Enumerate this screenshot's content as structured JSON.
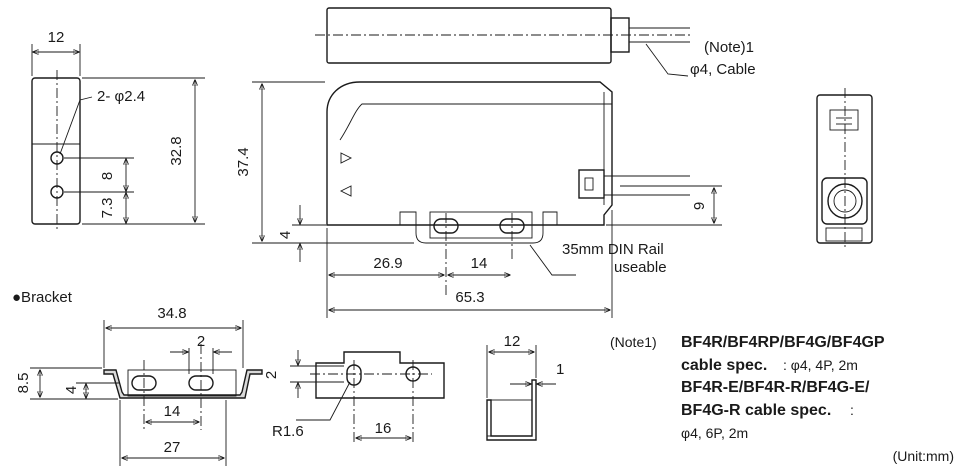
{
  "front_view": {
    "width_dim": "12",
    "hole_label": "2- φ2.4",
    "height_dim": "32.8",
    "hole_gap_dim": "8",
    "hole_bottom_dim": "7.3"
  },
  "main_view": {
    "height_dim": "37.4",
    "base_dim": "4",
    "cable_height_dim": "9",
    "offset_dim": "26.9",
    "hole_pitch_dim": "14",
    "length_dim": "65.3",
    "cable_note_ref": "(Note)1",
    "cable_note_text": "φ4, Cable",
    "din_rail_line1": "35mm DIN Rail",
    "din_rail_line2": "useable"
  },
  "bracket": {
    "label": "●Bracket",
    "width_dim": "34.8",
    "slot_dim": "2",
    "height_dim": "8.5",
    "inner_height_dim": "4",
    "hole_pitch_dim": "14",
    "base_dim": "27",
    "top_slot_dim": "2",
    "radius_label": "R1.6",
    "top_pitch_dim": "16",
    "side_width_dim": "12",
    "thickness_dim": "1"
  },
  "notes": {
    "prefix": "(Note1)",
    "line1": "BF4R/BF4RP/BF4G/BF4GP",
    "line2_bold": "cable spec.",
    "line2_rest": ": φ4, 4P, 2m",
    "line3": "BF4R-E/BF4R-R/BF4G-E/",
    "line4_bold": "BF4G-R cable spec.",
    "line4_rest": ":",
    "line5": "φ4, 6P, 2m",
    "unit": "(Unit:mm)"
  }
}
